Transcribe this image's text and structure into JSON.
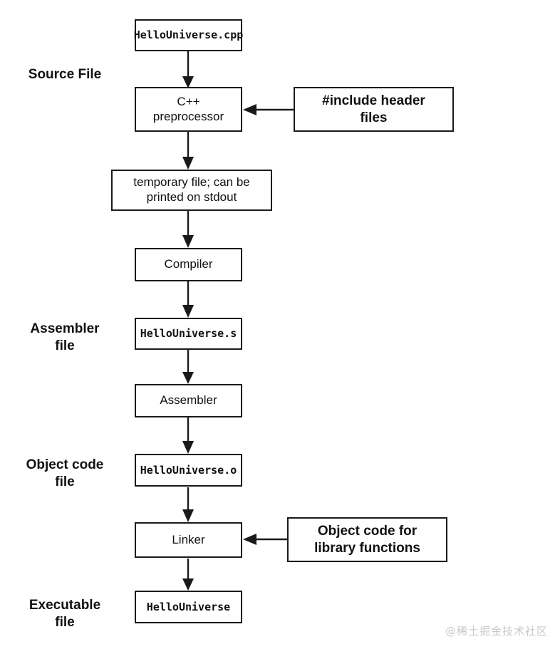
{
  "diagram": {
    "title": "C++ compilation pipeline",
    "stage_labels": [
      {
        "id": "source-file",
        "text": "Source File"
      },
      {
        "id": "assembler-file",
        "text": "Assembler\nfile"
      },
      {
        "id": "object-code-file",
        "text": "Object code\nfile"
      },
      {
        "id": "executable-file",
        "text": "Executable\nfile"
      }
    ],
    "nodes": [
      {
        "id": "hellouniverse-cpp",
        "text": "HelloUniverse.cpp"
      },
      {
        "id": "cpp-preprocessor",
        "text": "C++\npreprocessor"
      },
      {
        "id": "include-header-files",
        "text": "#include header\nfiles"
      },
      {
        "id": "temporary-file",
        "text": "temporary file; can be\nprinted on stdout"
      },
      {
        "id": "compiler",
        "text": "Compiler"
      },
      {
        "id": "hellouniverse-s",
        "text": "HelloUniverse.s"
      },
      {
        "id": "assembler",
        "text": "Assembler"
      },
      {
        "id": "hellouniverse-o",
        "text": "HelloUniverse.o"
      },
      {
        "id": "linker",
        "text": "Linker"
      },
      {
        "id": "object-code-library",
        "text": "Object code for\nlibrary functions"
      },
      {
        "id": "hellouniverse",
        "text": "HelloUniverse"
      }
    ],
    "edges": [
      {
        "from": "hellouniverse-cpp",
        "to": "cpp-preprocessor",
        "direction": "down"
      },
      {
        "from": "include-header-files",
        "to": "cpp-preprocessor",
        "direction": "left"
      },
      {
        "from": "cpp-preprocessor",
        "to": "temporary-file",
        "direction": "down"
      },
      {
        "from": "temporary-file",
        "to": "compiler",
        "direction": "down"
      },
      {
        "from": "compiler",
        "to": "hellouniverse-s",
        "direction": "down"
      },
      {
        "from": "hellouniverse-s",
        "to": "assembler",
        "direction": "down"
      },
      {
        "from": "assembler",
        "to": "hellouniverse-o",
        "direction": "down"
      },
      {
        "from": "hellouniverse-o",
        "to": "linker",
        "direction": "down"
      },
      {
        "from": "object-code-library",
        "to": "linker",
        "direction": "left"
      },
      {
        "from": "linker",
        "to": "hellouniverse",
        "direction": "down"
      }
    ],
    "colors": {
      "stroke": "#1a1a1a",
      "fill": "#ffffff",
      "text": "#111111",
      "watermark": "#c9c9c9"
    }
  },
  "watermark": {
    "text": "@稀土掘金技术社区"
  }
}
